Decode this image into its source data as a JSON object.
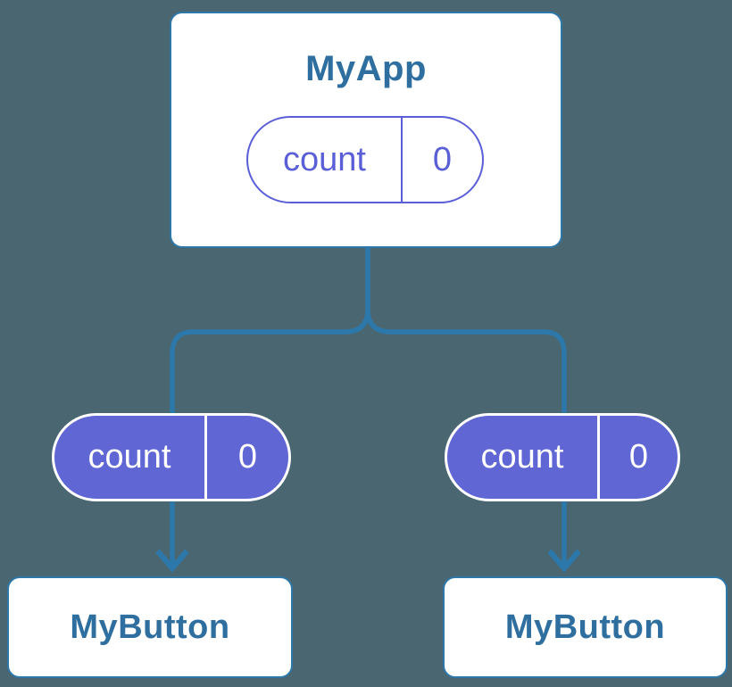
{
  "colors": {
    "background": "#4a6670",
    "connector_blue": "#2d78ab",
    "card_border_blue": "#2e77a9",
    "node_title_blue": "#2f6f9f",
    "state_outline_purple": "#5a5fd8",
    "state_fill_purple": "#6067d4",
    "card_white": "#ffffff"
  },
  "root_node": {
    "title": "MyApp",
    "state": {
      "name": "count",
      "value": "0"
    }
  },
  "child_nodes": [
    {
      "title": "MyButton",
      "state": {
        "name": "count",
        "value": "0"
      }
    },
    {
      "title": "MyButton",
      "state": {
        "name": "count",
        "value": "0"
      }
    }
  ]
}
